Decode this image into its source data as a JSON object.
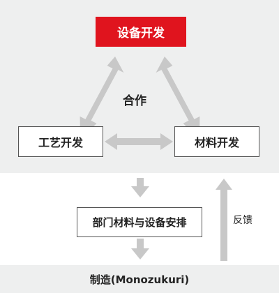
{
  "diagram": {
    "top_node": "设备开发",
    "left_node": "工艺开发",
    "right_node": "材料开发",
    "center_label": "合作",
    "middle_node": "部门材料与设备安排",
    "feedback_label": "反馈",
    "footer_label": "制造(Monozukuri)"
  },
  "colors": {
    "accent_red": "#e0141e",
    "arrow_gray": "#c8c8c8",
    "band_gray": "#eeefef"
  }
}
